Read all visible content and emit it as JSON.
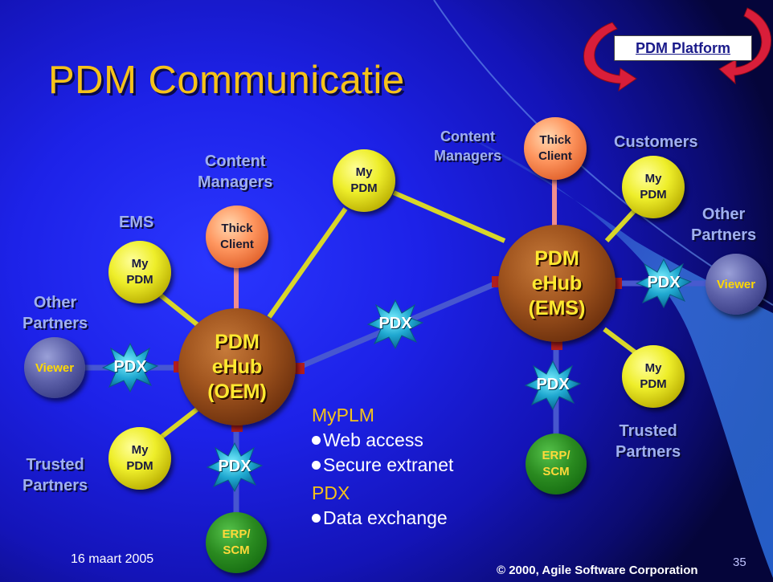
{
  "title": "PDM Communicatie",
  "platform_button": "PDM Platform",
  "labels": {
    "ems": "EMS",
    "content_managers_left_1": "Content",
    "content_managers_left_2": "Managers",
    "other_partners_left_1": "Other",
    "other_partners_left_2": "Partners",
    "trusted_partners_left_1": "Trusted",
    "trusted_partners_left_2": "Partners",
    "content_managers_right_1": "Content",
    "content_managers_right_2": "Managers",
    "customers": "Customers",
    "other_partners_right_1": "Other",
    "other_partners_right_2": "Partners",
    "trusted_partners_right_1": "Trusted",
    "trusted_partners_right_2": "Partners"
  },
  "nodes": {
    "my_pdm_1": "My",
    "my_pdm_2": "PDM",
    "thick_1": "Thick",
    "thick_2": "Client",
    "viewer": "Viewer",
    "erp_1": "ERP/",
    "erp_2": "SCM",
    "hub_oem_1": "PDM",
    "hub_oem_2": "eHub",
    "hub_oem_3": "(OEM)",
    "hub_ems_1": "PDM",
    "hub_ems_2": "eHub",
    "hub_ems_3": "(EMS)",
    "pdx": "PDX"
  },
  "side_text": {
    "myplm": "MyPLM",
    "web_access": "Web access",
    "secure_extranet": "Secure extranet",
    "pdx": "PDX",
    "data_exchange": "Data exchange"
  },
  "footer": {
    "date": "16 maart 2005",
    "copyright": "© 2000, Agile Software Corporation",
    "page": "35"
  },
  "colors": {
    "title": "#f5c21a",
    "label": "#9fb0f0",
    "connector_yellow": "#d8d62a",
    "connector_blue": "#4a5ad0",
    "pdx_star": "#1aa0c8"
  }
}
